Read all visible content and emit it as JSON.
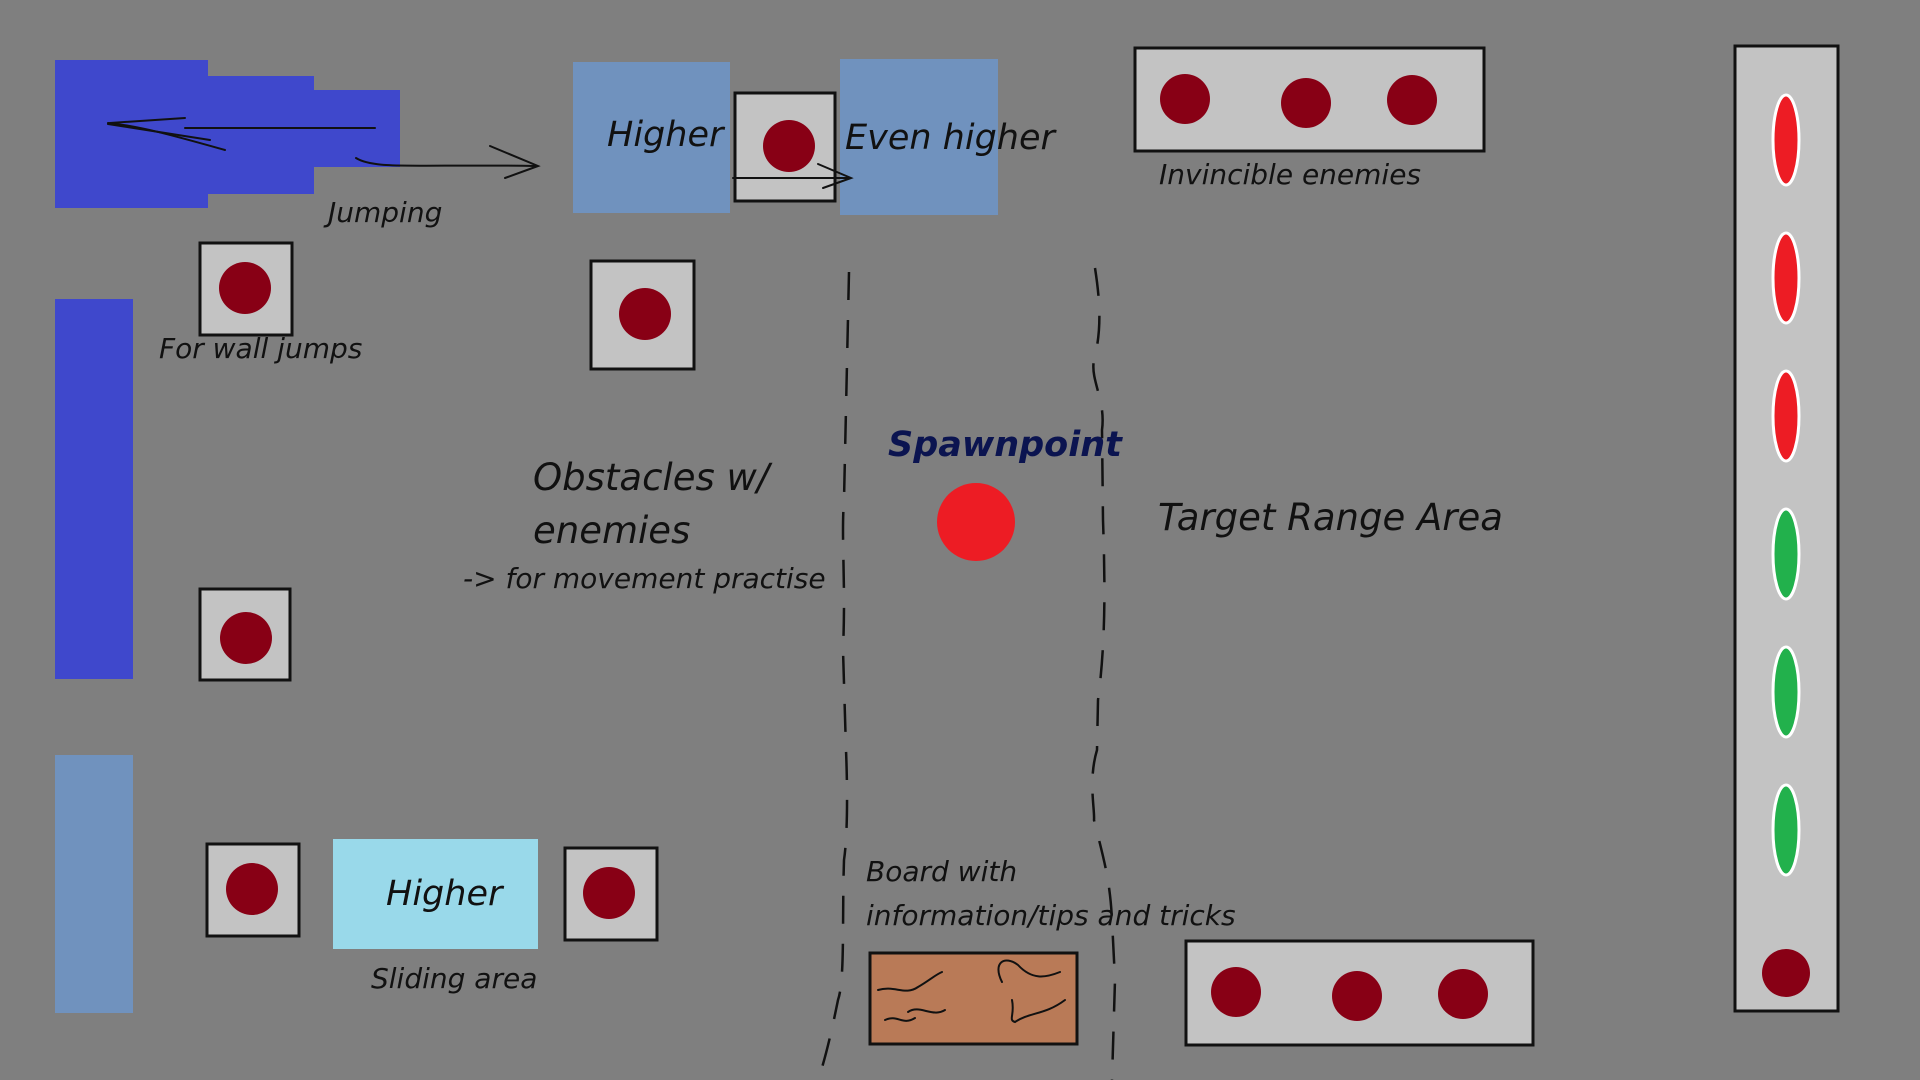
{
  "labels": {
    "jumping": "Jumping",
    "higher_top": "Higher",
    "even_higher": "Even higher",
    "invincible_enemies": "Invincible enemies",
    "for_wall_jumps": "For wall jumps",
    "spawnpoint": "Spawnpoint",
    "obstacles_line1": "Obstacles w/",
    "obstacles_line2": "enemies",
    "movement_practise": "-> for movement practise",
    "target_range_area": "Target Range Area",
    "higher_bottom": "Higher",
    "sliding_area": "Sliding area",
    "board_line1": "Board with",
    "board_line2": "information/tips and tricks"
  },
  "colors": {
    "background": "#7f7f7f",
    "wall_blue": "#3f48cc",
    "platform_blue": "#7092be",
    "light_blue": "#99d9ea",
    "enemy_box": "#c3c3c3",
    "enemy": "#880015",
    "spawn": "#ed1c24",
    "target_red": "#ed1c24",
    "target_green": "#22b14c",
    "board": "#b97a57",
    "spawn_label": "#0b1450"
  },
  "target_column": {
    "targets": [
      "red",
      "red",
      "red",
      "green",
      "green",
      "green",
      "enemy"
    ]
  }
}
